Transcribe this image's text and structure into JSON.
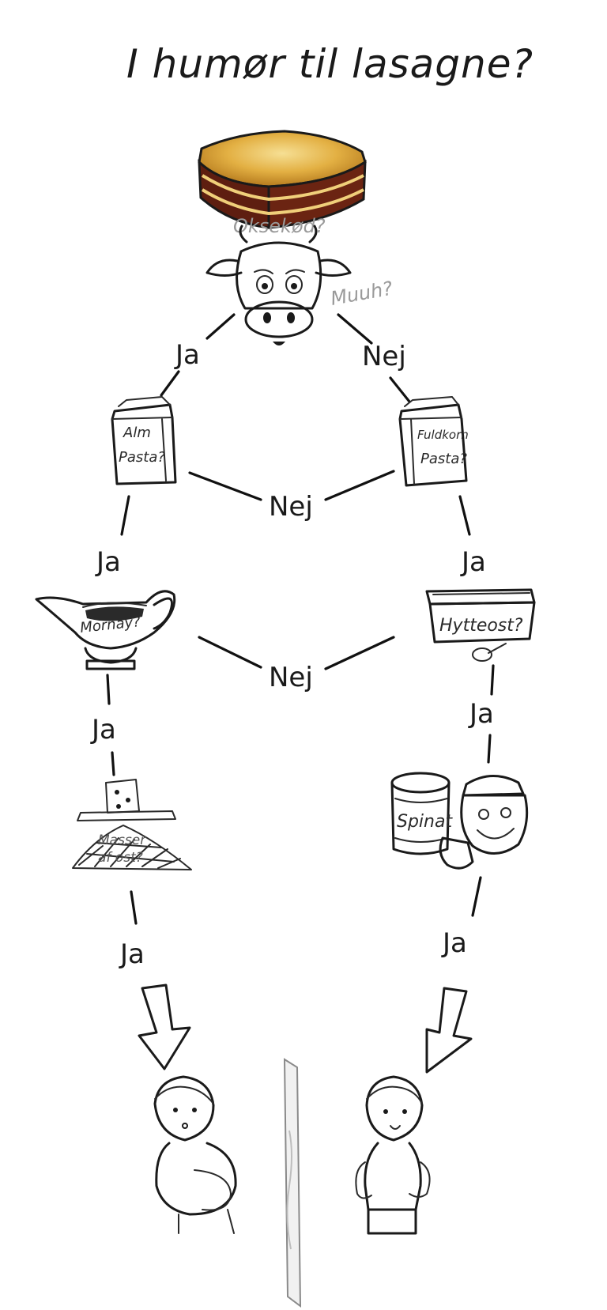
{
  "title": "I humør til lasagne?",
  "nodes": {
    "meat": {
      "label": "Oksekød?",
      "icon": "lasagne-icon"
    },
    "cow": {
      "label": "Muuh?",
      "icon": "cow-icon"
    },
    "plain_pasta": {
      "label_line1": "Alm",
      "label_line2": "Pasta?",
      "icon": "pasta-bag-icon"
    },
    "whole_pasta": {
      "label_line1": "Fuldkorn",
      "label_line2": "Pasta?",
      "icon": "pasta-bag-icon"
    },
    "mornay": {
      "label": "Mornay?",
      "icon": "gravy-boat-icon"
    },
    "cottage": {
      "label": "Hyttеost?",
      "icon": "cottage-cheese-box-icon"
    },
    "grated_cheese": {
      "label_line1": "Masser",
      "label_line2": "af ost?",
      "icon": "cheese-grater-icon"
    },
    "spinach": {
      "label": "Spinat",
      "icon": "spinach-can-icon"
    }
  },
  "edges": {
    "cow_left": "Ja",
    "cow_right": "Nej",
    "pasta_cross": "Nej",
    "plain_down": "Ja",
    "whole_down": "Ja",
    "sauce_cross": "Nej",
    "mornay_down": "Ja",
    "cottage_down": "Ja",
    "cheese_down": "Ja",
    "spinach_down": "Ja"
  },
  "outcomes": {
    "left": {
      "icon": "chubby-boy-icon"
    },
    "right": {
      "icon": "fit-boy-icon"
    },
    "mirror": {
      "icon": "mirror-icon"
    }
  },
  "colors": {
    "ink": "#1a1a1a",
    "lasagne_top": "#e3b043",
    "lasagne_side": "#5e1e10",
    "lasagne_layer": "#f0cf7a"
  }
}
